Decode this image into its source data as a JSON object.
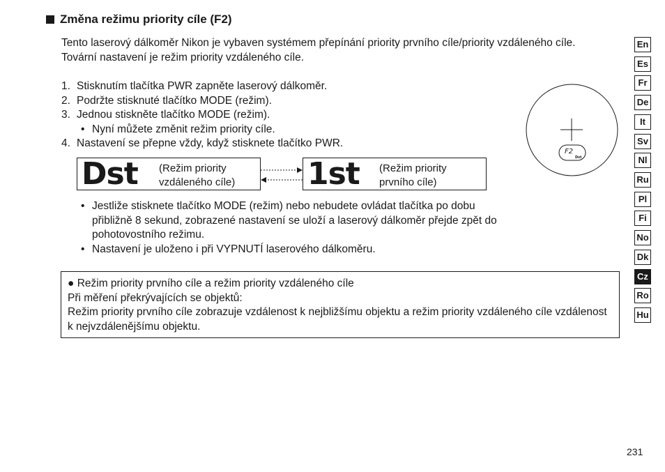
{
  "heading": "Změna režimu priority cíle (F2)",
  "intro": [
    "Tento laserový dálkoměr Nikon je vybaven systémem přepínání priority prvního cíle/priority vzdáleného cíle.",
    "Tovární nastavení je režim priority vzdáleného cíle."
  ],
  "steps": [
    {
      "num": "1.",
      "text": "Stisknutím tlačítka PWR zapněte laserový dálkoměr."
    },
    {
      "num": "2.",
      "text": "Podržte stisknuté tlačítko MODE (režim)."
    },
    {
      "num": "3.",
      "text": "Jednou stiskněte tlačítko MODE (režim)."
    },
    {
      "num": "4.",
      "text": "Nastavení se přepne vždy, když stisknete tlačítko PWR."
    }
  ],
  "step3_bullet": "Nyní můžete změnit režim priority cíle.",
  "displays": {
    "dst": {
      "symbol": "Dst",
      "caption_1": "(Režim priority",
      "caption_2": "vzdáleného cíle)"
    },
    "first": {
      "symbol": "1st",
      "caption_1": "(Režim priority",
      "caption_2": "prvního cíle)"
    }
  },
  "viewfinder": {
    "mode_label": "F2",
    "mode_value": "Dst"
  },
  "notes": [
    "Jestliže stisknete tlačítko MODE (režim) nebo nebudete ovládat tlačítka po dobu přibližně 8 sekund, zobrazené nastavení se uloží a laserový dálkoměr přejde zpět do pohotovostního režimu.",
    "Nastavení je uloženo i při VYPNUTÍ laserového dálkoměru."
  ],
  "info": {
    "title": "Režim priority prvního cíle a režim priority vzdáleného cíle",
    "line1": "Při měření překrývajících se objektů:",
    "line2": "Režim priority prvního cíle zobrazuje vzdálenost k nejbližšímu objektu a režim priority vzdáleného cíle vzdálenost k nejvzdálenějšímu objektu."
  },
  "languages": [
    "En",
    "Es",
    "Fr",
    "De",
    "It",
    "Sv",
    "Nl",
    "Ru",
    "Pl",
    "Fi",
    "No",
    "Dk",
    "Cz",
    "Ro",
    "Hu"
  ],
  "active_language": "Cz",
  "page_number": "231"
}
